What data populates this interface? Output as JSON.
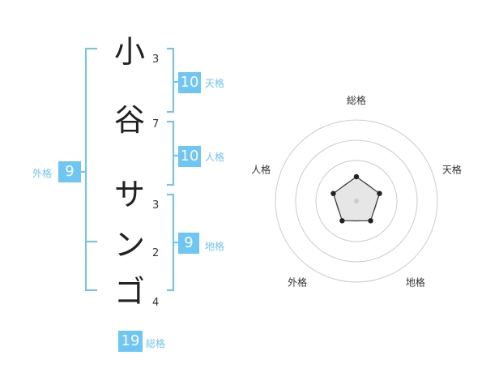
{
  "name": {
    "characters": [
      {
        "char": "小",
        "strokes": "3"
      },
      {
        "char": "谷",
        "strokes": "7"
      },
      {
        "char": "サ",
        "strokes": "3"
      },
      {
        "char": "ン",
        "strokes": "2"
      },
      {
        "char": "ゴ",
        "strokes": "4"
      }
    ]
  },
  "kakusu": {
    "tenkaku": {
      "value": "10",
      "label": "天格"
    },
    "jinkaku": {
      "value": "10",
      "label": "人格"
    },
    "chikaku": {
      "value": "9",
      "label": "地格"
    },
    "gaikaku": {
      "value": "9",
      "label": "外格"
    },
    "soukaku": {
      "value": "19",
      "label": "総格"
    }
  },
  "colors": {
    "accent": "#6ec6f5",
    "text": "#222222",
    "grid": "#cccccc",
    "polygon_fill": "#e6e6e6",
    "polygon_stroke": "#333333"
  },
  "chart_data": {
    "type": "radar",
    "axes": [
      "総格",
      "天格",
      "地格",
      "外格",
      "人格"
    ],
    "values": [
      0.3,
      0.3,
      0.3,
      0.3,
      0.3
    ],
    "rings": 4
  }
}
